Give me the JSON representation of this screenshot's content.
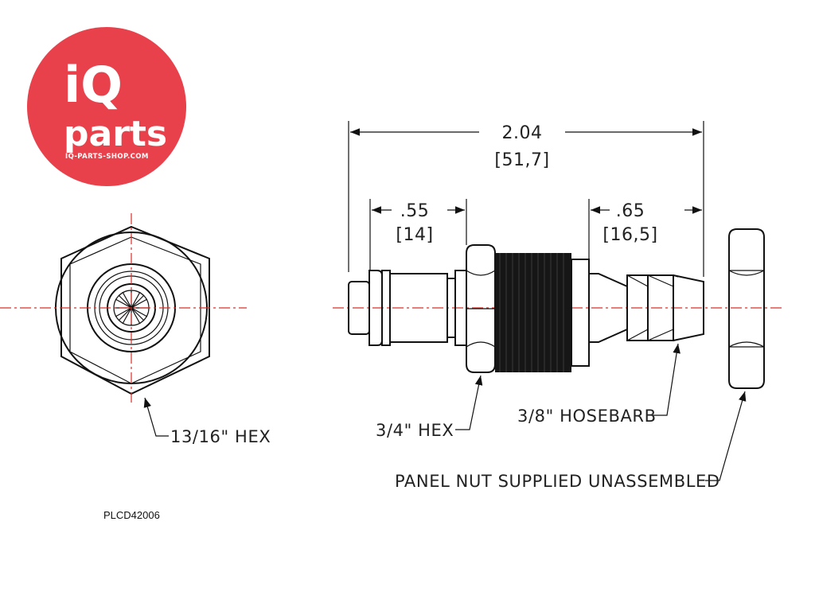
{
  "logo": {
    "line1": "iQ",
    "line2": "parts",
    "url": "IQ-PARTS-SHOP.COM",
    "color": "#e8414b"
  },
  "dimensions": {
    "overall_in": "2.04",
    "overall_mm": "[51,7]",
    "left_in": ".55",
    "left_mm": "[14]",
    "right_in": ".65",
    "right_mm": "[16,5]"
  },
  "callouts": {
    "hex_front": "13/16\" HEX",
    "hex_body": "3/4\" HEX",
    "hosebarb": "3/8\" HOSEBARB",
    "panel_nut": "PANEL NUT SUPPLIED UNASSEMBLED"
  },
  "part_code": "PLCD42006",
  "colors": {
    "centerline": "#d9302a",
    "ink": "#111111"
  }
}
